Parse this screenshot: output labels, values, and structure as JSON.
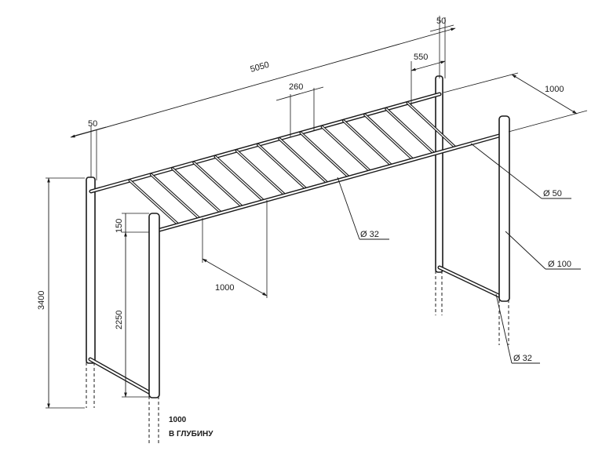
{
  "dimensions": {
    "total_length": "5050",
    "end_offset_left": "50",
    "end_offset_right": "50",
    "post_offset": "550",
    "rung_spacing": "260",
    "width": "1000",
    "bottom_width": "1000",
    "total_height": "3400",
    "clear_height": "2250",
    "top_offset": "150"
  },
  "annotations": {
    "rail_diameter": "Ø 50",
    "rung_diameter": "Ø 32",
    "post_diameter": "Ø 100",
    "brace_diameter": "Ø 32",
    "depth_value": "1000",
    "depth_note": "В ГЛУБИНУ"
  }
}
